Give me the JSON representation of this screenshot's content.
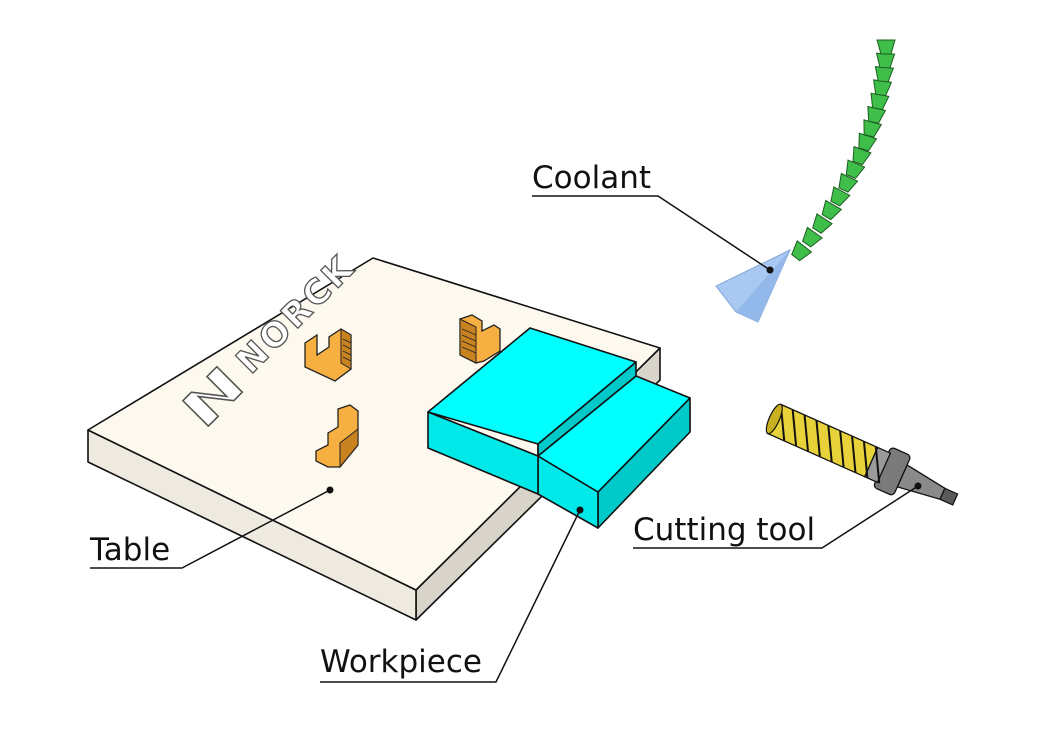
{
  "labels": {
    "coolant": "Coolant",
    "table": "Table",
    "workpiece": "Workpiece",
    "cutting_tool": "Cutting tool"
  },
  "brand": {
    "logo_text": "NORCK"
  },
  "colors": {
    "table_top": "#fdf9ef",
    "table_side": "#d9d4ca",
    "workpiece_top": "#00ffff",
    "workpiece_side": "#00c9c9",
    "clamp": "#f5b041",
    "coolant_hose": "#3fbf4a",
    "coolant_spray": "#a9c9f2",
    "tool_flutes": "#e8d23a",
    "tool_holder": "#8a8a8a"
  },
  "icons": [
    "coolant-hose-icon",
    "clamp-icon",
    "cutting-tool-icon",
    "norck-logo"
  ]
}
